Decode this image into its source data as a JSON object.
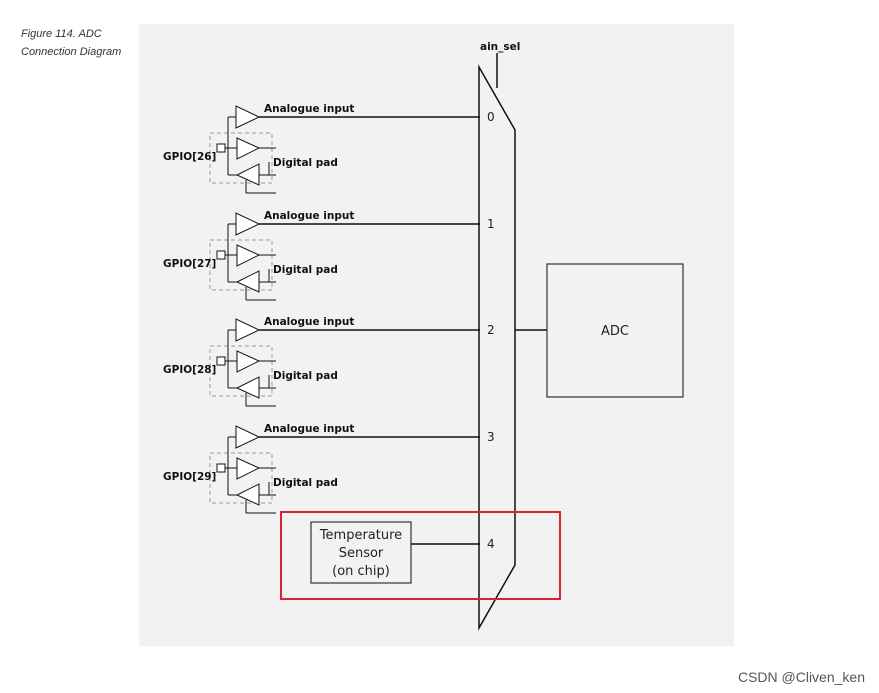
{
  "caption": {
    "line1": "Figure 114. ADC",
    "line2": "Connection Diagram"
  },
  "mux": {
    "select_label": "ain_sel",
    "inputs": [
      "0",
      "1",
      "2",
      "3",
      "4"
    ]
  },
  "gpio_channels": [
    {
      "gpio_label": "GPIO[26]",
      "analogue_label": "Analogue input",
      "digital_label": "Digital pad"
    },
    {
      "gpio_label": "GPIO[27]",
      "analogue_label": "Analogue input",
      "digital_label": "Digital pad"
    },
    {
      "gpio_label": "GPIO[28]",
      "analogue_label": "Analogue input",
      "digital_label": "Digital pad"
    },
    {
      "gpio_label": "GPIO[29]",
      "analogue_label": "Analogue input",
      "digital_label": "Digital pad"
    }
  ],
  "temperature_sensor": {
    "line1": "Temperature",
    "line2": "Sensor",
    "line3": "(on chip)"
  },
  "adc": {
    "label": "ADC"
  },
  "highlight_color": "#d9232d",
  "watermark": "CSDN @Cliven_ken"
}
